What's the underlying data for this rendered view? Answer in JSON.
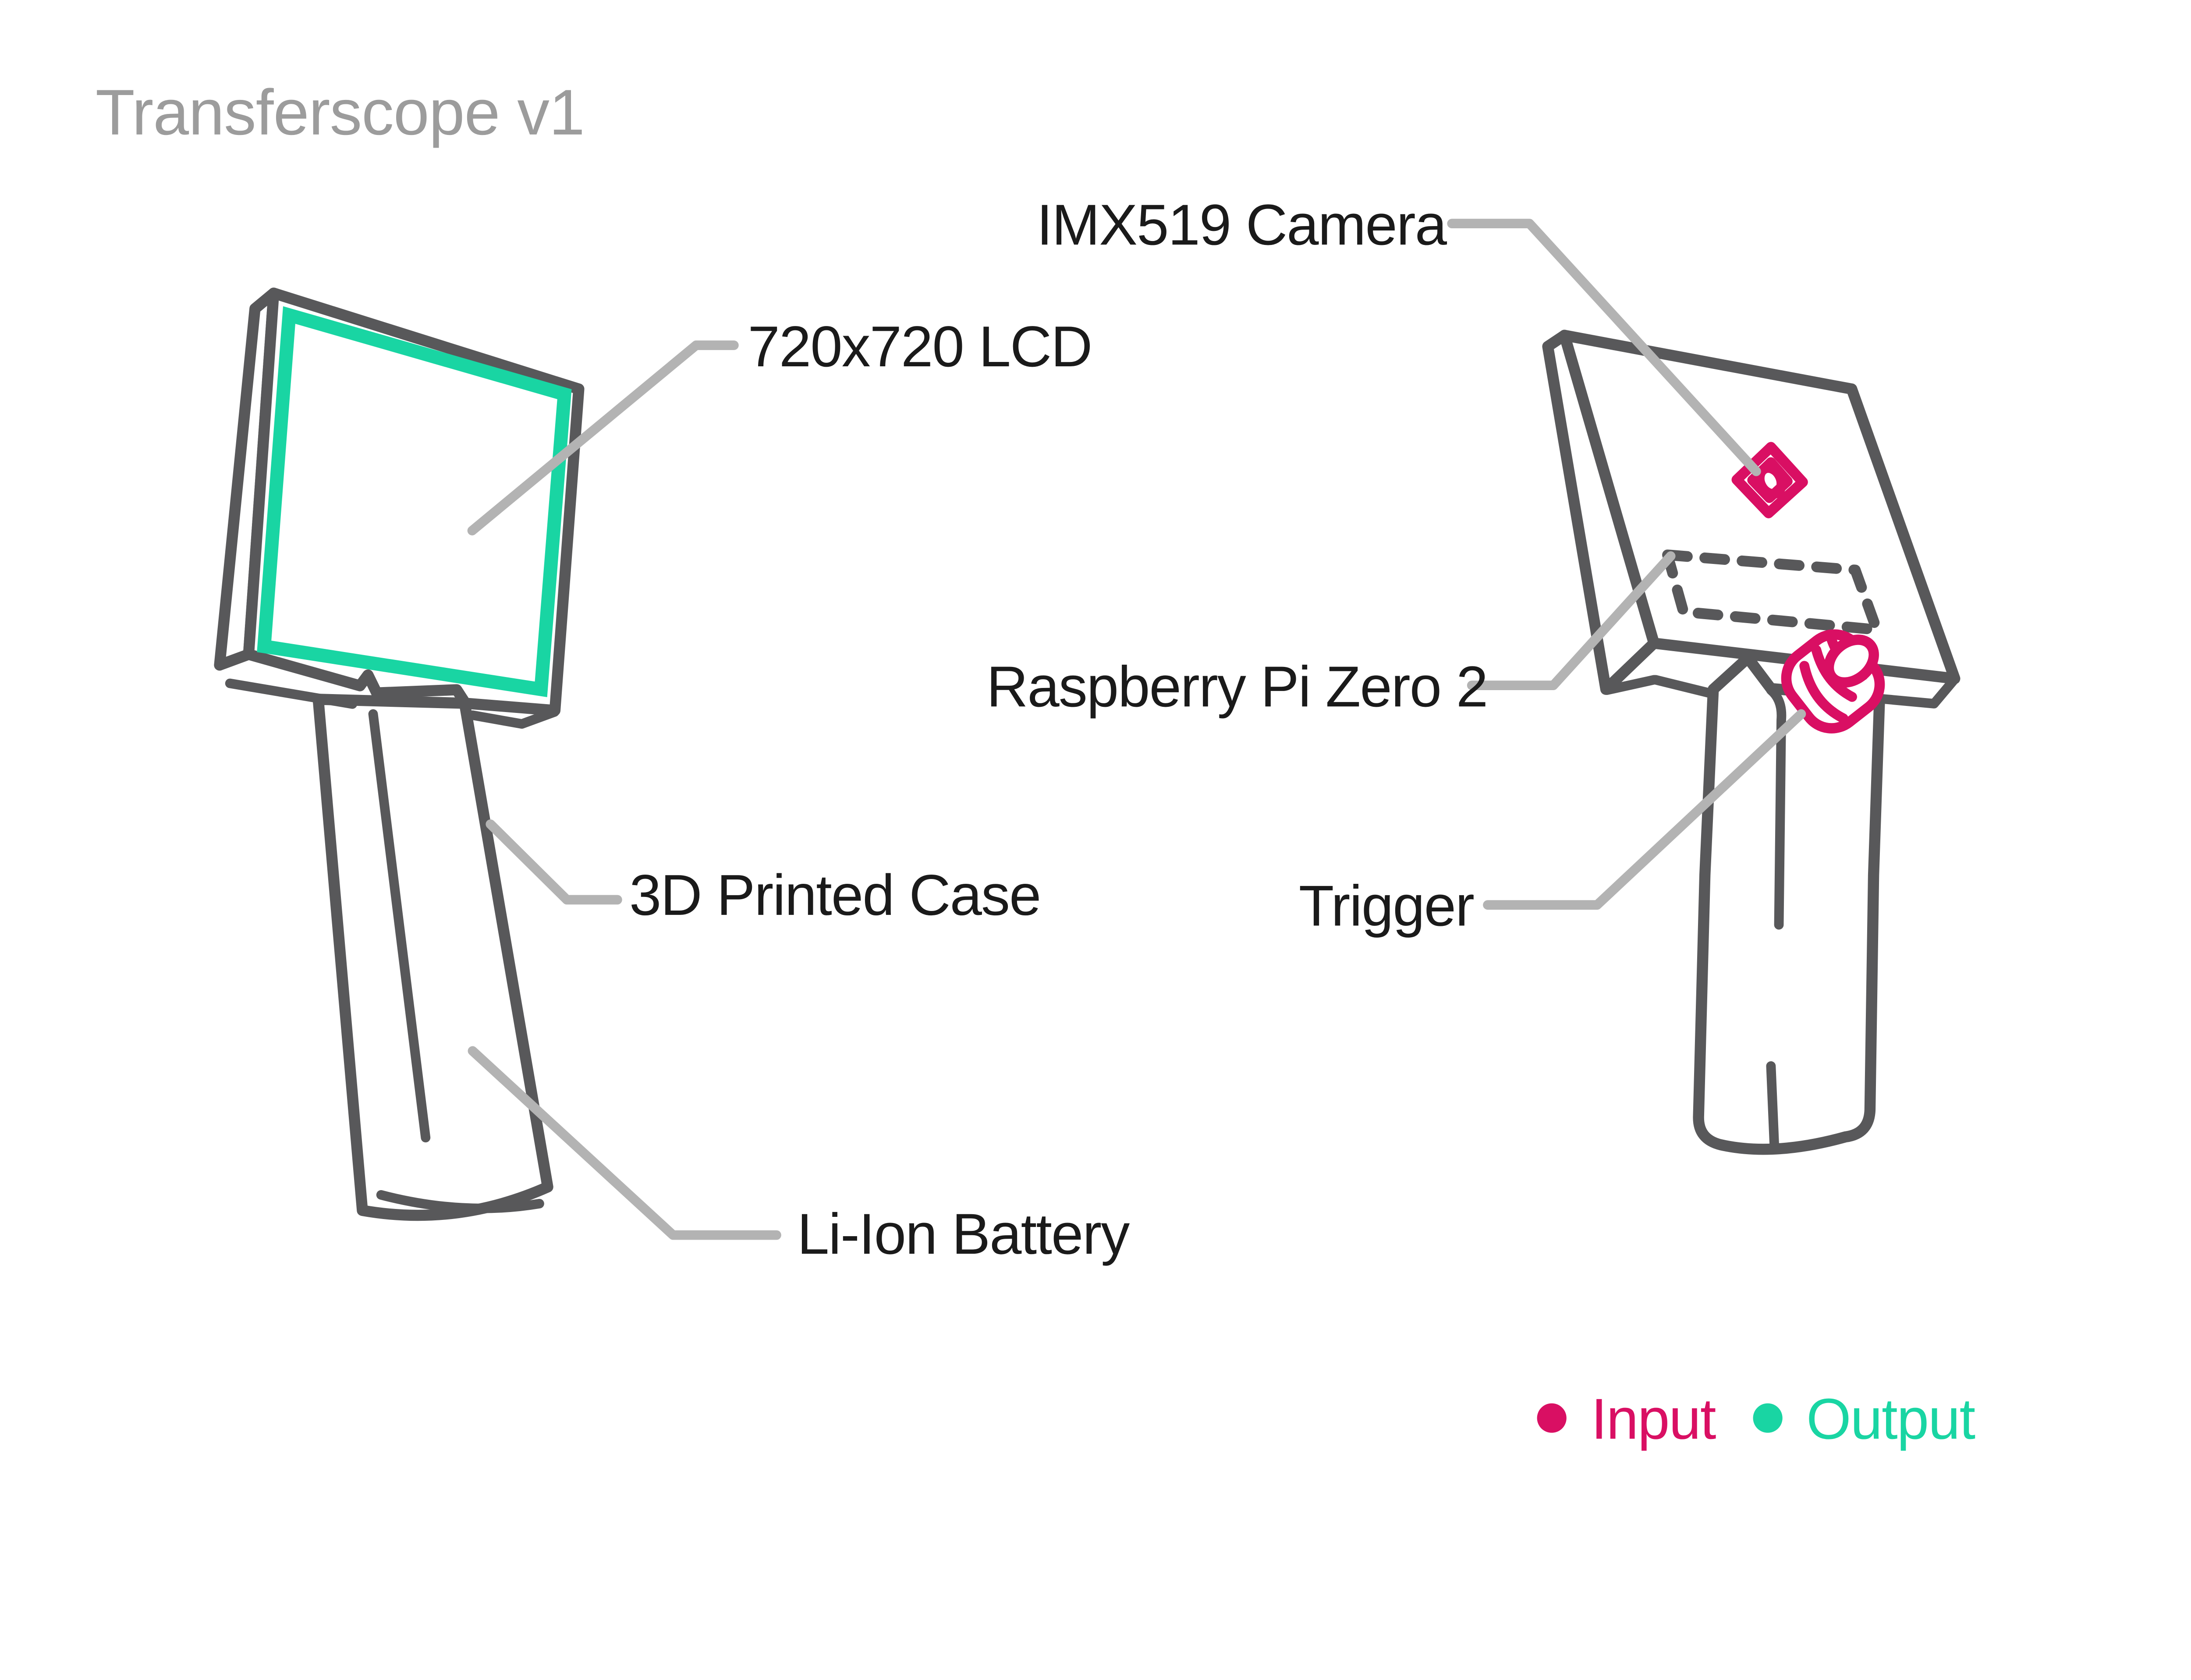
{
  "title": "Transferscope v1",
  "labels": {
    "lcd": "720x720 LCD",
    "camera": "IMX519 Camera",
    "pi": "Raspberry Pi Zero 2",
    "case": "3D Printed Case",
    "trigger": "Trigger",
    "battery": "Li-Ion Battery"
  },
  "legend": {
    "input": "Input",
    "output": "Output"
  },
  "colors": {
    "outline": "#58585A",
    "leader": "#B3B3B3",
    "accent-input": "#D90F63",
    "accent-output": "#19D5A3",
    "title-gray": "#9C9C9C",
    "label-ink": "#1A1A1A",
    "background": "#FFFFFF"
  }
}
